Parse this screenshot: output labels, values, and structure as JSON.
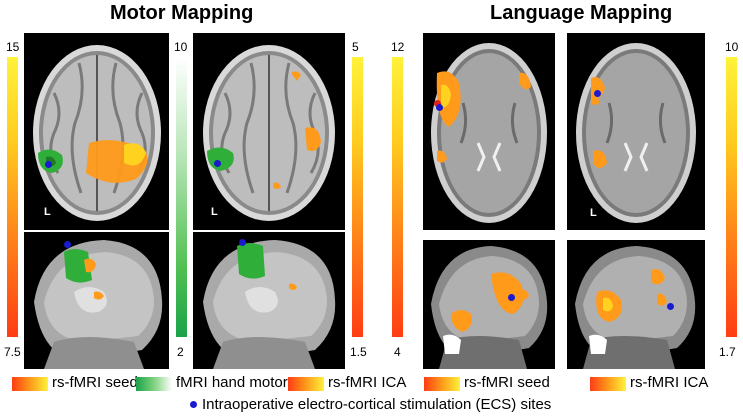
{
  "titles": {
    "motor": "Motor Mapping",
    "language": "Language Mapping"
  },
  "colorbars": {
    "motor_seed": {
      "max": "15",
      "min": "7.5"
    },
    "motor_hand": {
      "max": "10",
      "min": "2"
    },
    "motor_ica": {
      "max": "5",
      "min": "1.5"
    },
    "lang_seed": {
      "max": "12",
      "min": "4"
    },
    "lang_ica": {
      "max": "10",
      "min": "1.7"
    }
  },
  "orientation_label": "L",
  "legend": {
    "seed": "rs-fMRI seed",
    "hand": "fMRI hand motor",
    "ica": "rs-fMRI ICA",
    "lang_seed": "rs-fMRI seed",
    "lang_ica": "rs-fMRI ICA",
    "ecs": "Intraoperative electro-cortical stimulation (ECS) sites"
  },
  "colors": {
    "ecs_dot": "#1a1acf",
    "hot": "#ff8c1a",
    "green": "#2fae3a"
  }
}
